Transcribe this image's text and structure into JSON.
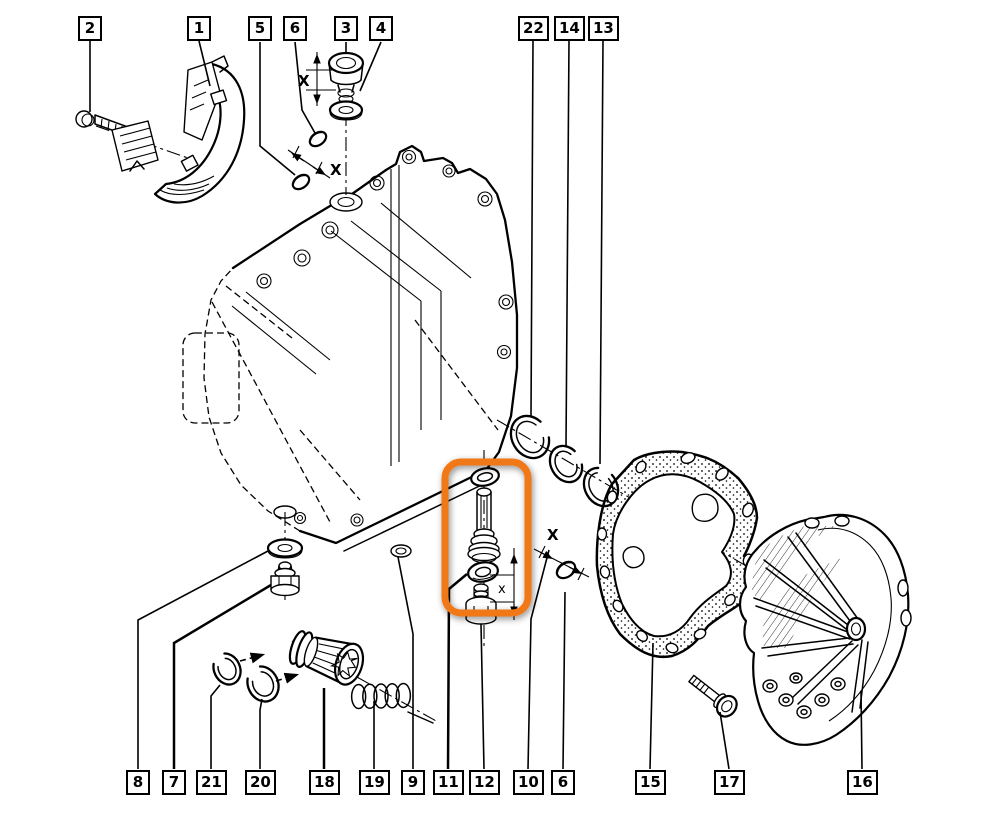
{
  "colors": {
    "highlight": "#f07818",
    "line": "#000000",
    "background": "#ffffff"
  },
  "dimension_labels": {
    "upper_plug": "X",
    "top_pins": "X",
    "lower_pin": "X",
    "bolt": "x"
  },
  "callouts": {
    "n1": "1",
    "n2": "2",
    "n3": "3",
    "n4": "4",
    "n5": "5",
    "n6_top": "6",
    "n6_bottom": "6",
    "n7": "7",
    "n8": "8",
    "n9": "9",
    "n10": "10",
    "n11": "11",
    "n12": "12",
    "n13": "13",
    "n14": "14",
    "n15": "15",
    "n16": "16",
    "n17": "17",
    "n18": "18",
    "n19": "19",
    "n20": "20",
    "n21": "21",
    "n22": "22"
  }
}
